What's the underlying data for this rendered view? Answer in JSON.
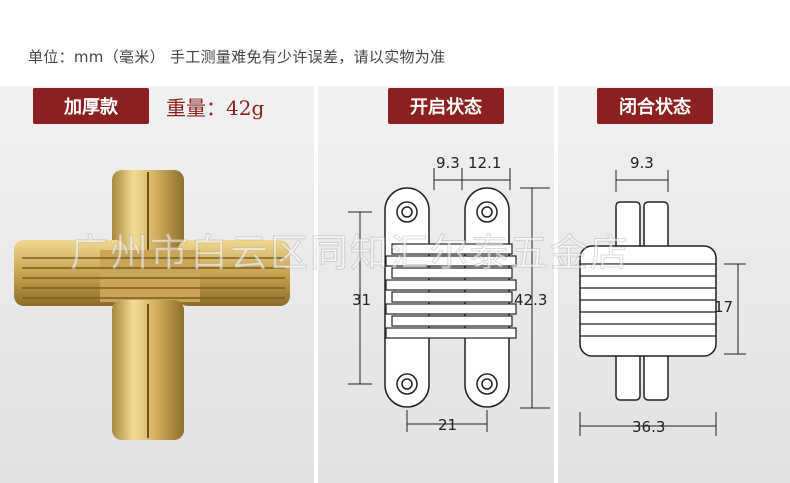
{
  "note": "单位：mm（毫米） 手工测量难免有少许误差，请以实物为准",
  "badges": {
    "thick": "加厚款",
    "open": "开启状态",
    "closed": "闭合状态"
  },
  "weight": "重量：42g",
  "watermark": "广州市白云区同知汇尔泰五金店",
  "dims_open": {
    "top_left": "9.3",
    "top_right": "12.1",
    "left_height": "31",
    "right_height": "42.3",
    "bottom_width": "21"
  },
  "dims_closed": {
    "top_width": "9.3",
    "right_height": "17",
    "bottom_width": "36.3"
  },
  "colors": {
    "badge": "#8c1f1f",
    "brass": "#d9b863"
  }
}
